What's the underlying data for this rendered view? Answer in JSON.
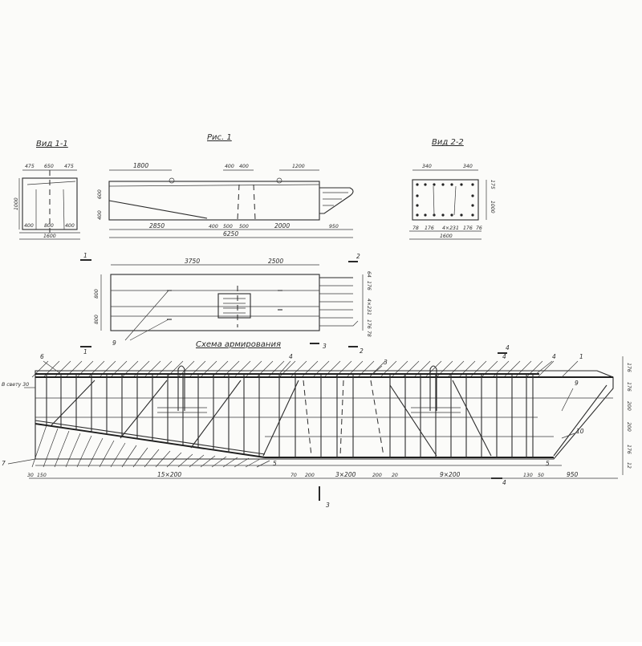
{
  "titles": {
    "view_1_1": "Вид 1-1",
    "figure": "Рис. 1",
    "view_2_2": "Вид 2-2",
    "reinforcement_scheme": "Схема армирования"
  },
  "view_1_1": {
    "top_dims": [
      "475",
      "650",
      "475"
    ],
    "bottom_dims": [
      "400",
      "800",
      "400"
    ],
    "total": "1600",
    "height": "1000"
  },
  "elevation": {
    "top_dims": [
      "1800",
      "400",
      "400",
      "1200"
    ],
    "left_dims": [
      "400",
      "600"
    ],
    "bottom_dims": [
      "2850",
      "400",
      "500",
      "500",
      "2000",
      "950"
    ],
    "total": "6250"
  },
  "view_2_2": {
    "top_dims": [
      "340",
      "340"
    ],
    "right_dims": [
      "175",
      "1000"
    ],
    "bottom_dims": [
      "78",
      "176",
      "4×231",
      "176",
      "76"
    ],
    "total": "1600"
  },
  "plan": {
    "top_dims": [
      "3750",
      "2500"
    ],
    "left_dims": [
      "800",
      "800"
    ],
    "right_dims": [
      "64",
      "176",
      "4×231",
      "176",
      "78"
    ],
    "section_marks": [
      "1",
      "1",
      "2",
      "2"
    ],
    "callout": "9"
  },
  "scheme": {
    "left_note": "В свету 30",
    "callouts": [
      "6",
      "4",
      "3",
      "4",
      "4",
      "1",
      "9",
      "10",
      "7",
      "5",
      "5"
    ],
    "section_marks": [
      "3",
      "3",
      "4",
      "4"
    ],
    "bottom_dims": [
      "30",
      "150",
      "15×200",
      "70",
      "200",
      "3×200",
      "200",
      "20",
      "9×200",
      "130",
      "50",
      "950"
    ],
    "right_dims": [
      "176",
      "176",
      "200",
      "200",
      "176",
      "12"
    ]
  },
  "colors": {
    "ink": "#2b2b2b",
    "paper": "#fbfbf9"
  }
}
